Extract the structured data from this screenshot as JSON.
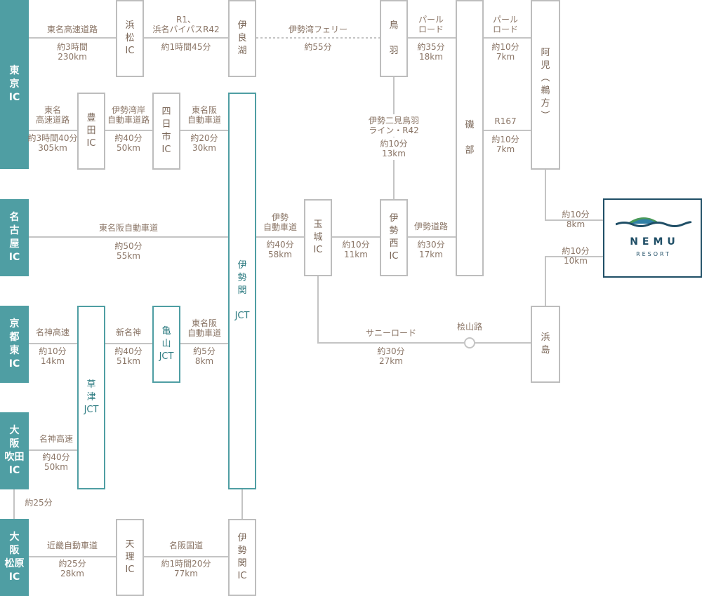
{
  "origins": {
    "tokyo": "東\n京\nIC",
    "nagoya": "名\n古\n屋\nIC",
    "kyoto": "京\n都\n東\nIC",
    "suita": "大\n阪\n吹田\nIC",
    "matsubara": "大\n阪\n松原\nIC"
  },
  "nodes": {
    "hamamatsu": "浜\n松\nIC",
    "irago": "伊\n良\n湖",
    "toba": "鳥\n\n羽",
    "isobe": "磯\n\n部",
    "ago": "阿\n児\n︵\n鵜\n方\n︶",
    "toyota": "豊\n田\nIC",
    "yokkaichi": "四\n日\n市\nIC",
    "iseseki_jct": "伊\n勢\n関\n\nJCT",
    "tamaki": "玉\n城\nIC",
    "isenishi": "伊\n勢\n西\nIC",
    "kameyama": "亀\n山\nJCT",
    "kusatsu": "草\n津\nJCT",
    "hamajima": "浜\n島",
    "tenri": "天\n理\nIC",
    "iseseki_ic": "伊\n勢\n関\nIC"
  },
  "routes": {
    "tomei_name": "東名高速道路",
    "tomei_info": "約3時間\n230km",
    "r1_name": "R1、\n浜名バイパスR42",
    "r1_info": "約1時間45分",
    "ferry_name": "伊勢湾フェリー",
    "ferry_info": "約55分",
    "pearl1_name": "パール\nロード",
    "pearl1_info": "約35分\n18km",
    "pearl2_name": "パール\nロード",
    "pearl2_info": "約10分\n7km",
    "tomei2_name": "東名\n高速道路",
    "tomei2_info": "約3時間40分\n305km",
    "isewangan_name": "伊勢湾岸\n自動車道路",
    "isewangan_info": "約40分\n50km",
    "higashimeihan_name": "東名阪\n自動車道",
    "higashimeihan_info": "約20分\n30km",
    "futami_name": "伊勢二見鳥羽\nライン・R42",
    "futami_info": "約10分\n13km",
    "r167_name": "R167",
    "r167_info": "約10分\n7km",
    "ago_resort_info": "約10分\n8km",
    "hamajima_resort_info": "約10分\n10km",
    "meihan_name": "東名阪自動車道",
    "meihan_info": "約50分\n55km",
    "ise_exp_name": "伊勢\n自動車道",
    "ise_exp_info": "約40分\n58km",
    "tamaki_isenishi_info": "約10分\n11km",
    "isedoro_name": "伊勢道路",
    "isedoro_info": "約30分\n17km",
    "meishin_name": "名神高速",
    "meishin_info": "約10分\n14km",
    "shinmeishin_name": "新名神",
    "shinmeishin_info": "約40分\n51km",
    "higashimeihan2_name": "東名阪\n自動車道",
    "higashimeihan2_info": "約5分\n8km",
    "sunny_name": "サニーロード",
    "sunny_info": "約30分\n27km",
    "kuwayama_name": "桧山路",
    "meishin2_name": "名神高速",
    "meishin2_info": "約40分\n50km",
    "suita_matsubara_info": "約25分",
    "kinki_name": "近畿自動車道",
    "kinki_info": "約25分\n28km",
    "meihan_kokudo_name": "名阪国道",
    "meihan_kokudo_info": "約1時間20分\n77km"
  },
  "resort": {
    "name": "NEMU",
    "sub": "RESORT"
  },
  "colors": {
    "origin": "#4f9ea3",
    "jct": "#4f9ea3",
    "box_border": "#bdbdbd",
    "line": "#c4c4c4",
    "text": "#8a7566",
    "resort": "#1f4e66"
  }
}
